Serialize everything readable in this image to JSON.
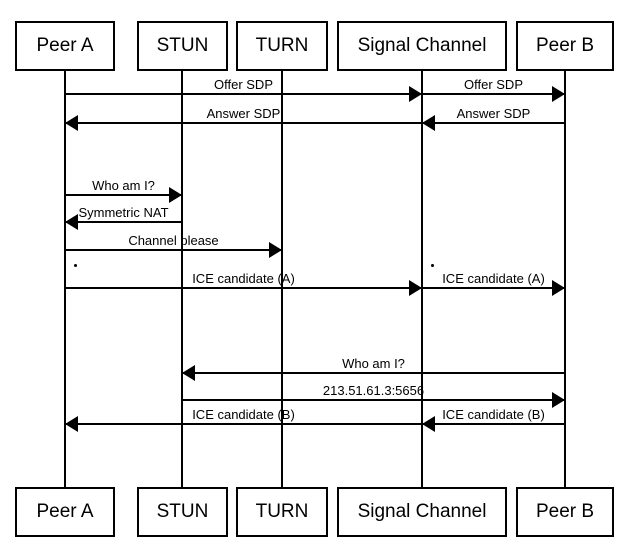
{
  "diagram": {
    "type": "sequence-diagram",
    "colors": {
      "line": "#000000",
      "background": "#ffffff",
      "text": "#000000"
    },
    "actors": [
      {
        "id": "peer-a",
        "label": "Peer A"
      },
      {
        "id": "stun",
        "label": "STUN"
      },
      {
        "id": "turn",
        "label": "TURN"
      },
      {
        "id": "signal-channel",
        "label": "Signal Channel"
      },
      {
        "id": "peer-b",
        "label": "Peer B"
      }
    ],
    "messages": [
      {
        "label": "Offer SDP",
        "from": "Peer A",
        "to": "Signal Channel",
        "direction": "right"
      },
      {
        "label": "Offer SDP",
        "from": "Signal Channel",
        "to": "Peer B",
        "direction": "right"
      },
      {
        "label": "Answer SDP",
        "from": "Signal Channel",
        "to": "Peer A",
        "direction": "left"
      },
      {
        "label": "Answer SDP",
        "from": "Peer B",
        "to": "Signal Channel",
        "direction": "left"
      },
      {
        "label": "Who am I?",
        "from": "Peer A",
        "to": "STUN",
        "direction": "right"
      },
      {
        "label": "Symmetric NAT",
        "from": "STUN",
        "to": "Peer A",
        "direction": "left"
      },
      {
        "label": "Channel please",
        "from": "Peer A",
        "to": "TURN",
        "direction": "right"
      },
      {
        "label": "ICE candidate (A)",
        "from": "Peer A",
        "to": "Signal Channel",
        "direction": "right"
      },
      {
        "label": "ICE candidate (A)",
        "from": "Signal Channel",
        "to": "Peer B",
        "direction": "right"
      },
      {
        "label": "Who am I?",
        "from": "Peer B",
        "to": "STUN",
        "direction": "left"
      },
      {
        "label": "213.51.61.3:5656",
        "from": "STUN",
        "to": "Peer B",
        "direction": "right"
      },
      {
        "label": "ICE candidate (B)",
        "from": "Signal Channel",
        "to": "Peer A",
        "direction": "left"
      },
      {
        "label": "ICE candidate (B)",
        "from": "Peer B",
        "to": "Signal Channel",
        "direction": "left"
      }
    ],
    "dots": [
      ".",
      "."
    ]
  }
}
